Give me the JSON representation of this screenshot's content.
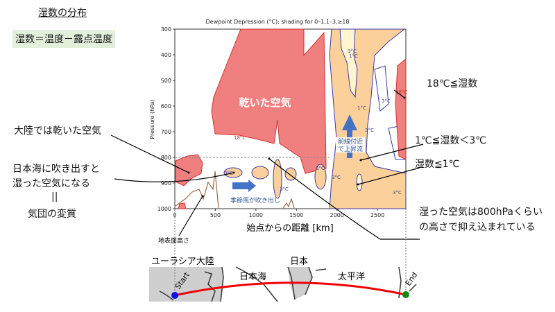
{
  "slide": {
    "title": "湿数の分布",
    "formula": "湿数＝温度－露点温度",
    "left_notes": [
      "大陸では乾いた空気",
      "日本海に吹き出すと",
      "湿った空気になる",
      "||",
      "気団の変質"
    ],
    "right_notes": [
      "18℃≦湿数",
      "1℃≦湿数＜3℃",
      "湿数≦1℃",
      "湿った空気は800hPaくらい",
      "の高さで抑え込まれている"
    ],
    "surface_label": "地表面高さ"
  },
  "chart_data": {
    "type": "heatmap",
    "title": "Dewpoint Depression (°C): shading for 0–1,1–3,≥18",
    "xlabel": "始点からの距離 [km]",
    "ylabel": "Pressure (hPa)",
    "xlim": [
      0,
      2850
    ],
    "ylim": [
      1000,
      300
    ],
    "xticks": [
      "0",
      "500",
      "1000",
      "1500",
      "2000",
      "2500"
    ],
    "yticks": [
      "300",
      "400",
      "500",
      "600",
      "700",
      "800",
      "900",
      "1000"
    ],
    "shading_levels": [
      "0–1",
      "1–3",
      "≥18"
    ],
    "colors": {
      "dry": "#f08080",
      "moist": "#fcd09a",
      "saturated": "#fff6cf",
      "contour": "#3a3aa8",
      "terrain": "#9b6a45"
    },
    "contour_labels": [
      "18°C",
      "3°C",
      "1°C",
      "3°C",
      "1°C",
      "3°C",
      "18°C",
      "3°C",
      "3°C",
      "3°C",
      "3°C",
      "3°C"
    ],
    "reference_line_hPa": 800,
    "annotations": [
      "乾いた空気",
      "前線付近",
      "で上昇流",
      "季節風が吹き出し"
    ]
  },
  "map": {
    "labels": [
      "ユーラシア大陸",
      "日本",
      "日本海",
      "太平洋"
    ],
    "start": "Start",
    "end": "End"
  }
}
